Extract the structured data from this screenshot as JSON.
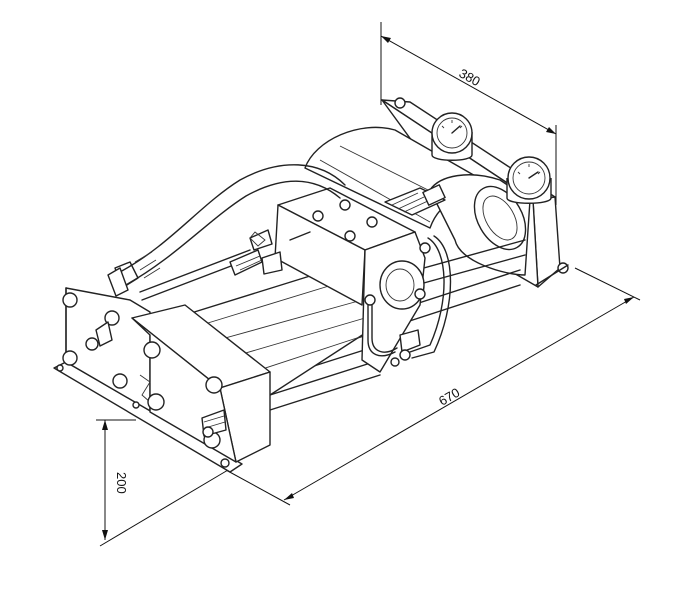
{
  "dimensions": {
    "width_label": "380",
    "length_label": "670",
    "height_label": "200"
  },
  "gauges": [
    {
      "name": "pressure-gauge-left"
    },
    {
      "name": "pressure-gauge-right"
    }
  ]
}
